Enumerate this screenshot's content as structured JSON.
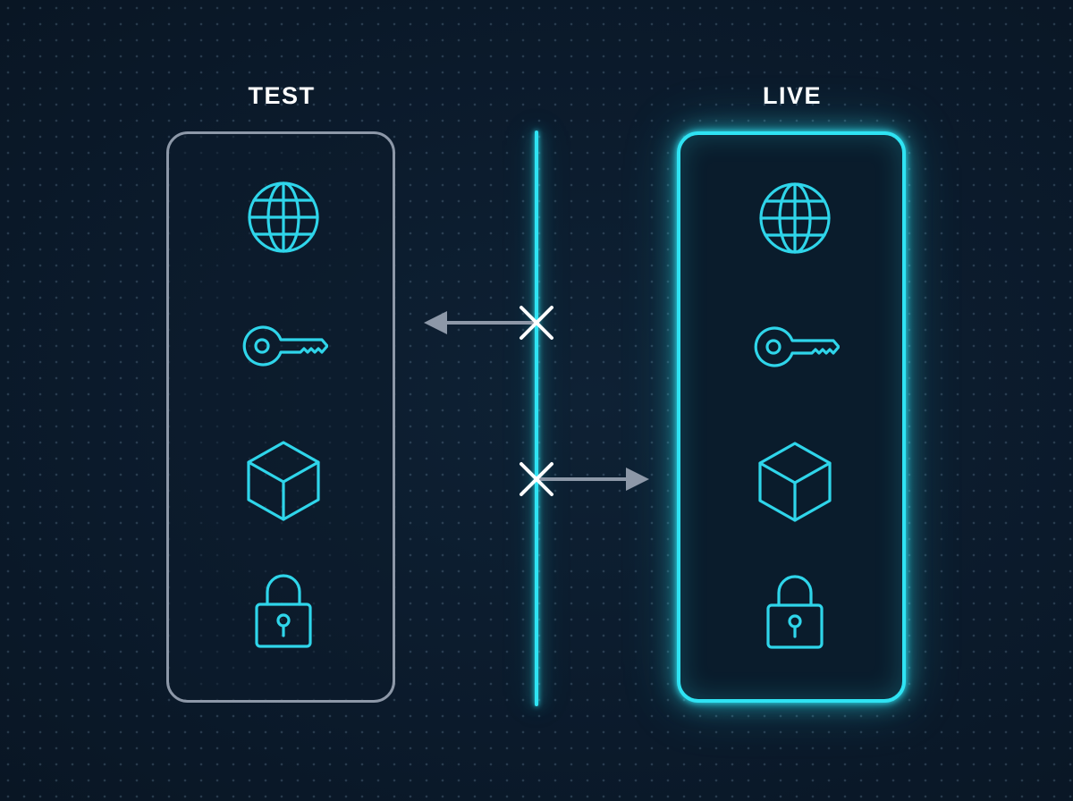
{
  "environments": {
    "test": {
      "label": "TEST"
    },
    "live": {
      "label": "LIVE"
    }
  },
  "resources": [
    {
      "icon": "globe-icon"
    },
    {
      "icon": "key-icon"
    },
    {
      "icon": "cube-icon"
    },
    {
      "icon": "lock-icon"
    }
  ],
  "connections": [
    {
      "direction": "live-to-test",
      "status": "blocked",
      "marker": "x-icon"
    },
    {
      "direction": "test-to-live",
      "status": "blocked",
      "marker": "x-icon"
    }
  ],
  "colors": {
    "background": "#0b1a2b",
    "accent_cyan": "#2fe3f3",
    "test_border": "#8d98a8",
    "arrow_gray": "#8d98a8",
    "label_text": "#ffffff"
  }
}
